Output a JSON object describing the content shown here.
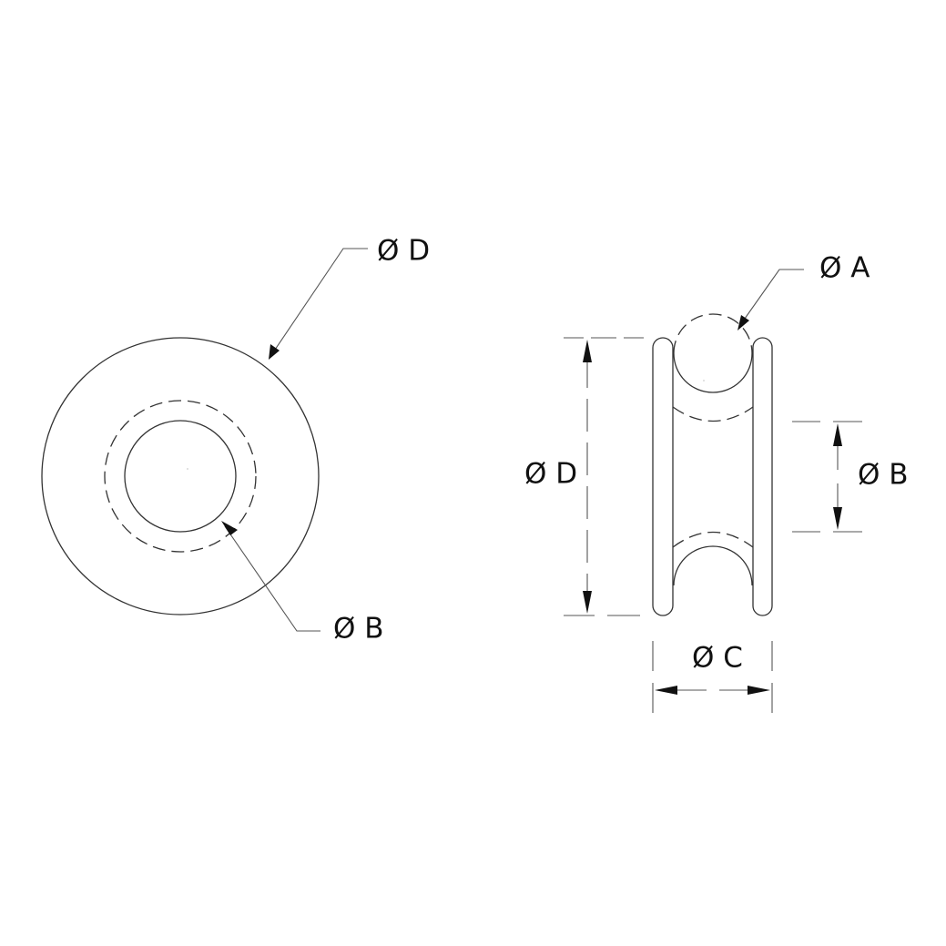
{
  "drawing": {
    "subject": "grooved pulley wheel",
    "views": [
      {
        "name": "front-view",
        "callouts": [
          {
            "id": "front-d",
            "label": "Ø D",
            "meaning": "outer diameter"
          },
          {
            "id": "front-b",
            "label": "Ø B",
            "meaning": "groove root diameter"
          }
        ]
      },
      {
        "name": "side-view",
        "callouts": [
          {
            "id": "side-a",
            "label": "Ø A",
            "meaning": "groove profile diameter"
          },
          {
            "id": "side-d",
            "label": "Ø D",
            "meaning": "outer diameter"
          },
          {
            "id": "side-b",
            "label": "Ø B",
            "meaning": "groove root diameter"
          },
          {
            "id": "side-c",
            "label": "Ø C",
            "meaning": "overall width"
          }
        ]
      }
    ],
    "labels": {
      "front_d": "Ø D",
      "front_b": "Ø B",
      "side_a": "Ø A",
      "side_d": "Ø D",
      "side_b": "Ø B",
      "side_c": "Ø C"
    },
    "colors": {
      "background": "#ffffff",
      "line": "#333333",
      "text": "#111111"
    }
  }
}
